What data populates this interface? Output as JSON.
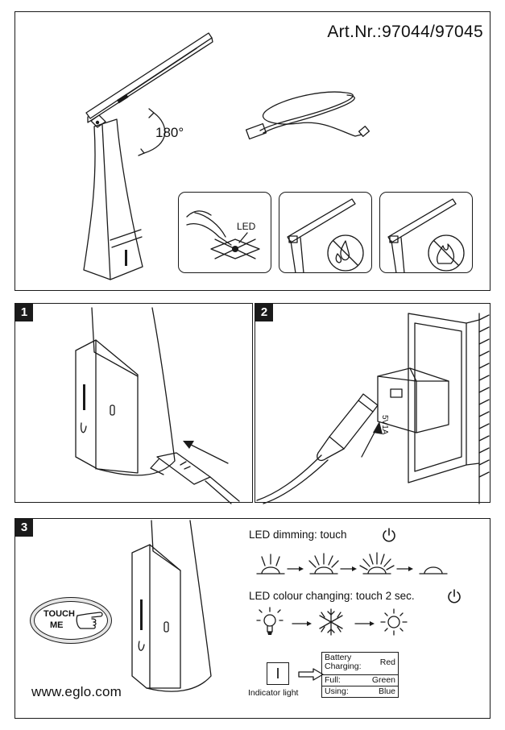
{
  "header": {
    "article_number": "Art.Nr.:97044/97045",
    "rotation_angle": "180°",
    "led_label": "LED"
  },
  "steps": [
    {
      "number": "1"
    },
    {
      "number": "2",
      "charger_rating": "5V1A"
    },
    {
      "number": "3"
    }
  ],
  "touch_button": {
    "line1": "TOUCH",
    "line2": "ME"
  },
  "instructions": {
    "dimming": "LED  dimming: touch",
    "colour": "LED  colour changing: touch 2 sec."
  },
  "indicator": {
    "label": "Indicator light",
    "symbol": "I",
    "rows": [
      {
        "state": "Battery Charging:",
        "color": "Red"
      },
      {
        "state": "Full:",
        "color": "Green"
      },
      {
        "state": "Using:",
        "color": "Blue"
      }
    ]
  },
  "footer": {
    "website": "www.eglo.com"
  },
  "icons": [
    "power-icon",
    "sun-ray-icon",
    "arrow-right-icon",
    "bulb-icon",
    "snowflake-icon",
    "sun-icon",
    "no-water-icon",
    "no-fire-icon",
    "usb-icon"
  ]
}
